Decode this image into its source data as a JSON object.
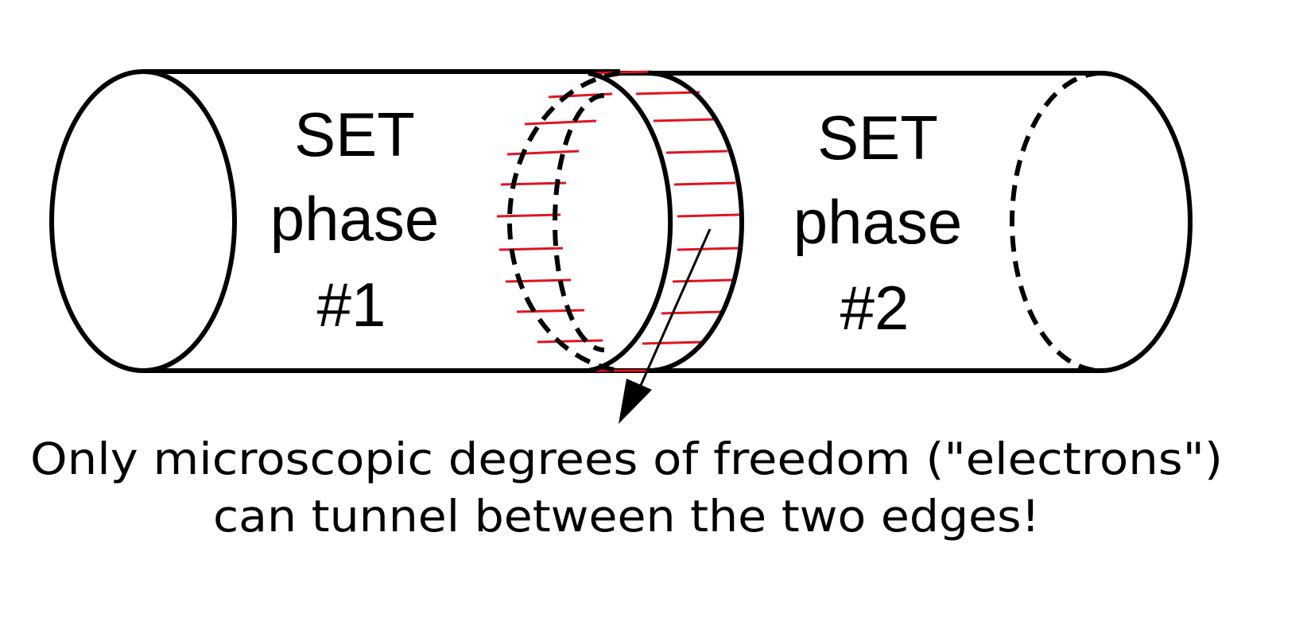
{
  "phase1": {
    "line1": "SET",
    "line2": "phase",
    "line3": "#1"
  },
  "phase2": {
    "line1": "SET",
    "line2": "phase",
    "line3": "#2"
  },
  "caption": {
    "line1": "Only microscopic degrees of freedom (\"electrons\")",
    "line2": "can tunnel between the two edges!"
  },
  "colors": {
    "outline": "#000000",
    "tunneling": "#e0141e",
    "background": "#ffffff"
  }
}
